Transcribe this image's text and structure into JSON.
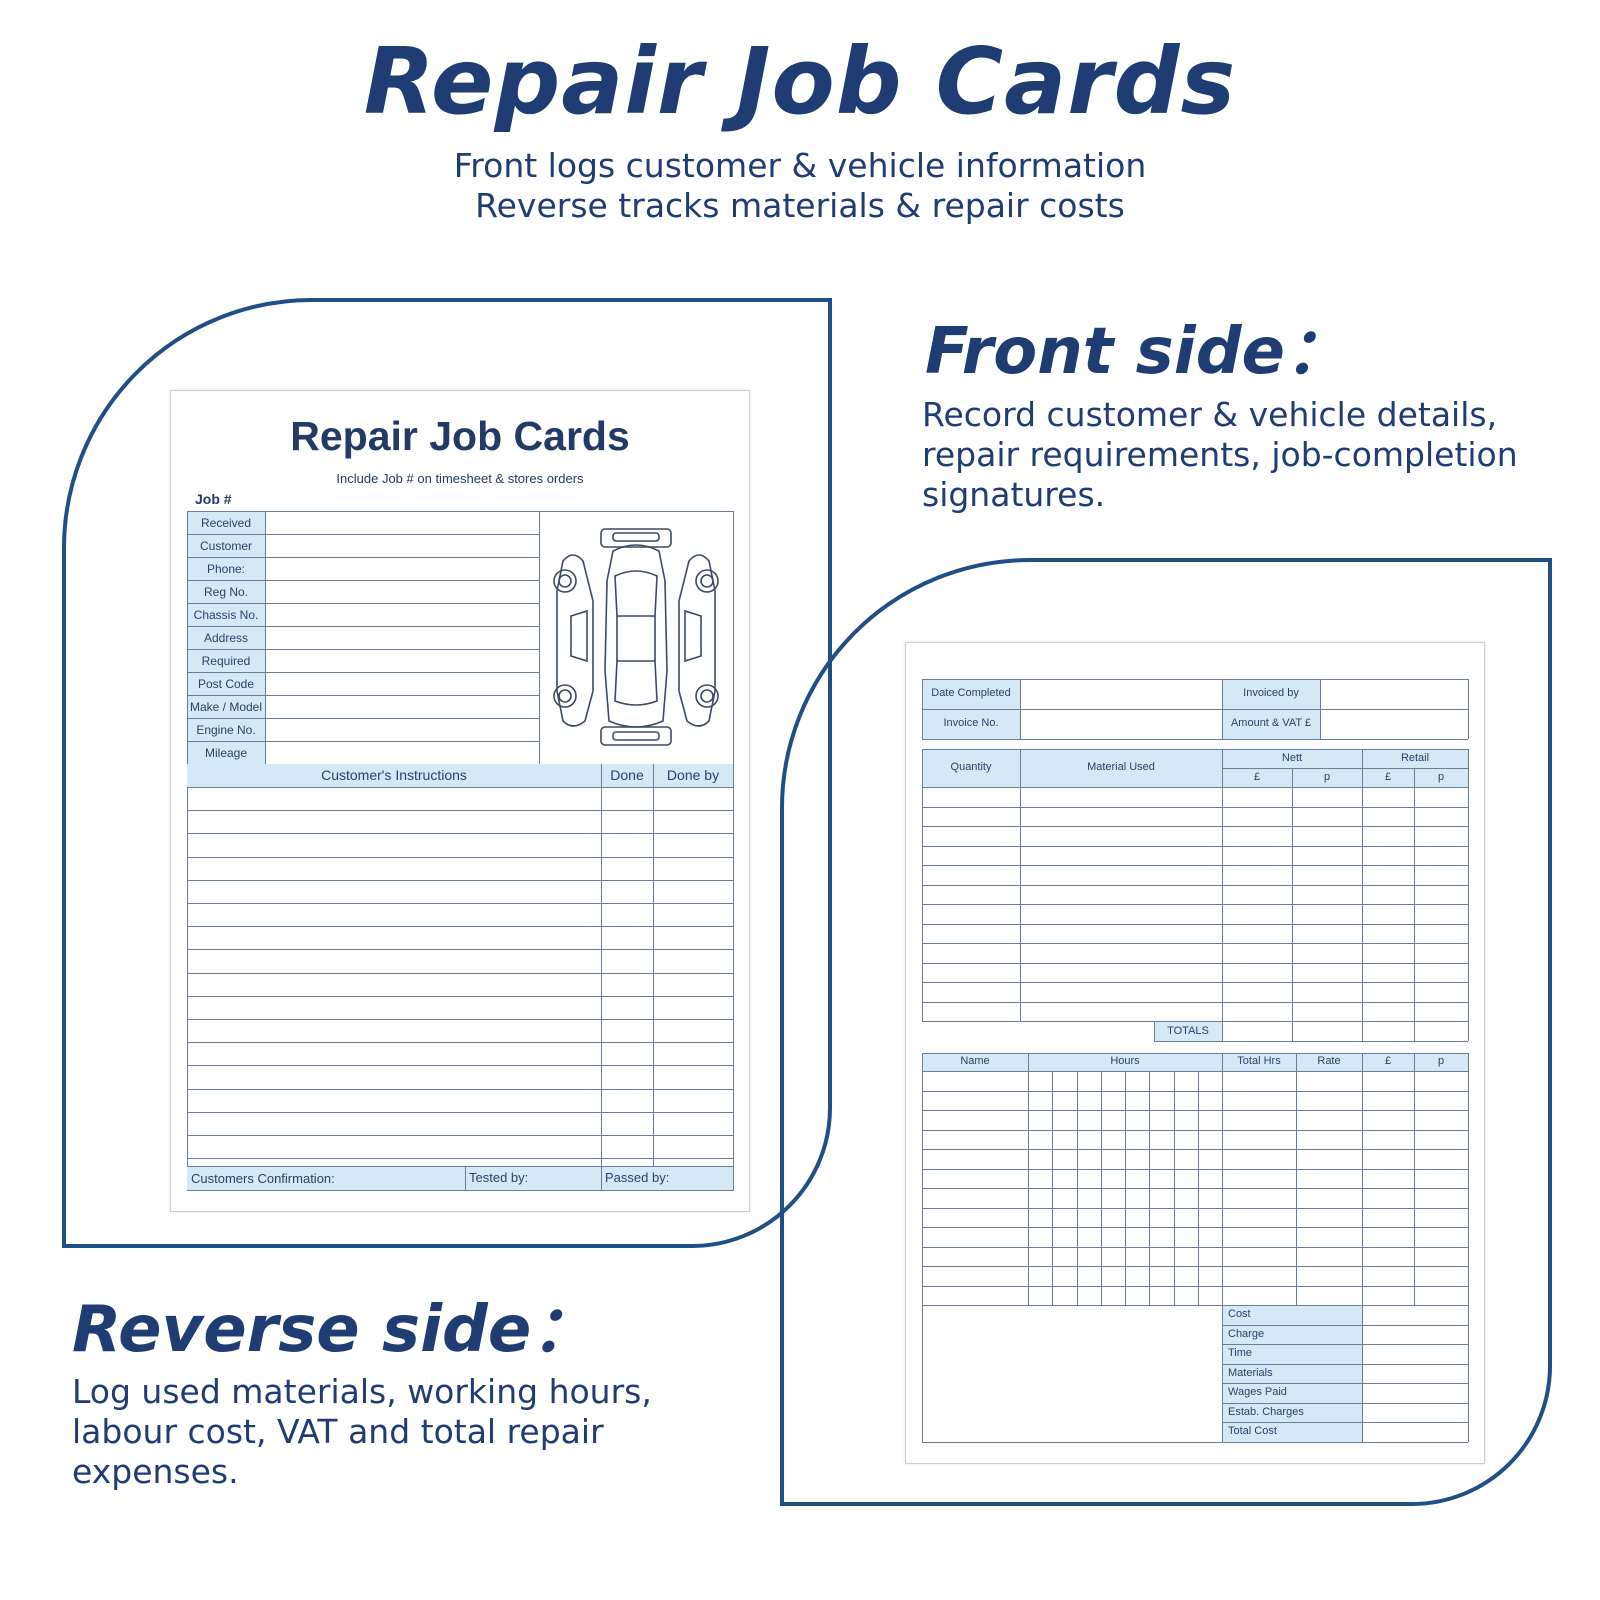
{
  "header": {
    "title": "Repair Job Cards",
    "subtitle_line1": "Front logs customer & vehicle information",
    "subtitle_line2": "Reverse tracks materials & repair costs"
  },
  "front_section": {
    "heading": "Front side：",
    "description": "Record customer & vehicle details, repair requirements, job-completion signatures."
  },
  "reverse_section": {
    "heading": "Reverse side：",
    "description": "Log used materials, working hours, labour cost, VAT and total repair expenses."
  },
  "front_form": {
    "title": "Repair Job Cards",
    "subtitle": "Include Job # on timesheet & stores orders",
    "job_label": "Job #",
    "fields": [
      "Received",
      "Customer",
      "Phone:",
      "Reg No.",
      "Chassis No.",
      "Address",
      "Required",
      "Post Code",
      "Make / Model",
      "Engine No.",
      "Mileage"
    ],
    "instructions_header": "Customer's Instructions",
    "done_header": "Done",
    "done_by_header": "Done by",
    "footer": {
      "customers_confirmation": "Customers Confirmation:",
      "tested_by": "Tested by:",
      "passed_by": "Passed by:"
    }
  },
  "reverse_form": {
    "date_completed": "Date Completed",
    "invoice_no": "Invoice No.",
    "invoiced_by": "Invoiced by",
    "amount_vat": "Amount & VAT £",
    "materials": {
      "quantity": "Quantity",
      "material_used": "Material Used",
      "nett": "Nett",
      "retail": "Retail",
      "pound": "£",
      "pence": "p",
      "totals": "TOTALS"
    },
    "labour": {
      "name": "Name",
      "hours": "Hours",
      "total_hrs": "Total Hrs",
      "rate": "Rate",
      "pound": "£",
      "pence": "p"
    },
    "summary": [
      "Cost",
      "Charge",
      "Time",
      "Materials",
      "Wages Paid",
      "Estab. Charges",
      "Total Cost"
    ]
  },
  "colors": {
    "navy": "#1f3d72",
    "frame": "#1f4f86",
    "form_blue": "#d4e8f6",
    "form_line": "#6b7d99"
  }
}
